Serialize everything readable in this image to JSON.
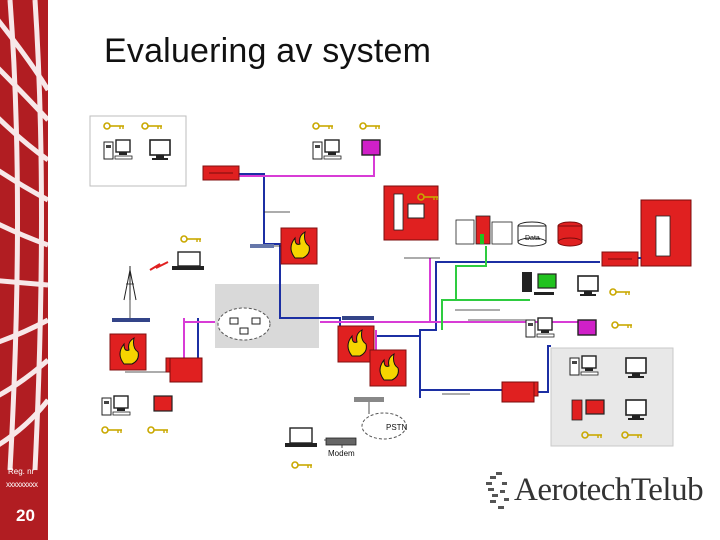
{
  "slide": {
    "title": "Evaluering av system",
    "reg_label": "Reg. nr",
    "reg_number": "xxxxxxxxx",
    "page_number": "20",
    "logo_text": "AerotechTelub"
  },
  "diagram": {
    "labels": {
      "data": "Data",
      "pstn": "PSTN",
      "modem": "Modem"
    },
    "colors": {
      "accent_red": "#b11d22",
      "device_red": "#e02020",
      "link_blue": "#1c2fa3",
      "link_magenta": "#d83cd6",
      "link_green": "#2ecc40",
      "screen_green": "#21c21f",
      "screen_magenta": "#d020c8"
    },
    "icons": [
      "key-icon",
      "computer-icon",
      "server-icon",
      "antenna-icon",
      "lightning-icon",
      "firewall-icon",
      "network-cloud-icon",
      "modem-icon",
      "laptop-icon"
    ]
  }
}
